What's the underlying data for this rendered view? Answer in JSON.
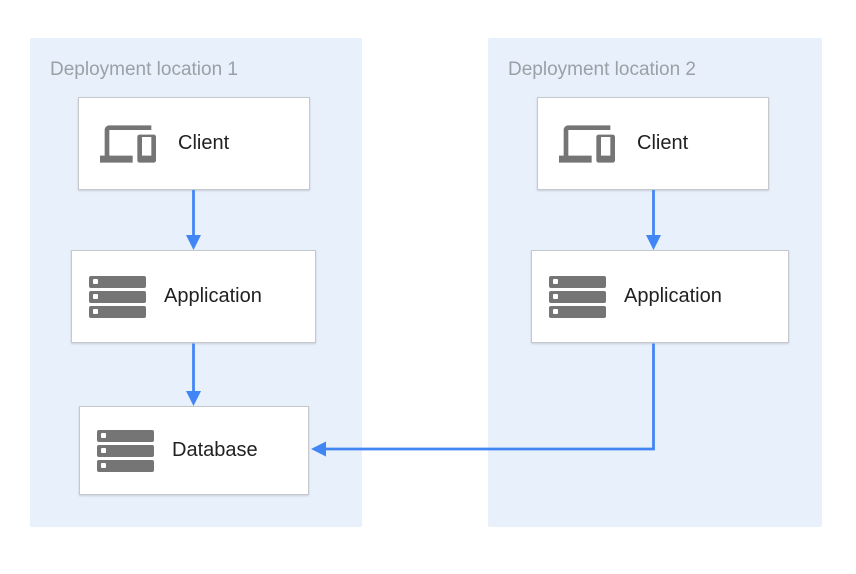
{
  "diagram": {
    "panels": [
      {
        "title": "Deployment location 1",
        "nodes": [
          {
            "id": "location1-client",
            "label": "Client",
            "icon": "devices-icon"
          },
          {
            "id": "location1-application",
            "label": "Application",
            "icon": "server-stack-icon"
          },
          {
            "id": "location1-database",
            "label": "Database",
            "icon": "server-stack-icon"
          }
        ]
      },
      {
        "title": "Deployment location 2",
        "nodes": [
          {
            "id": "location2-client",
            "label": "Client",
            "icon": "devices-icon"
          },
          {
            "id": "location2-application",
            "label": "Application",
            "icon": "server-stack-icon"
          }
        ]
      }
    ],
    "connections": [
      {
        "from": "location1-client",
        "to": "location1-application"
      },
      {
        "from": "location1-application",
        "to": "location1-database"
      },
      {
        "from": "location2-client",
        "to": "location2-application"
      },
      {
        "from": "location2-application",
        "to": "location1-database"
      }
    ],
    "colors": {
      "arrow": "#4285f4",
      "panel_background": "#e8f0fb",
      "icon": "#757575",
      "node_border": "#c5c8cc",
      "title_text": "#9aa0a6",
      "label_text": "#212121"
    }
  }
}
